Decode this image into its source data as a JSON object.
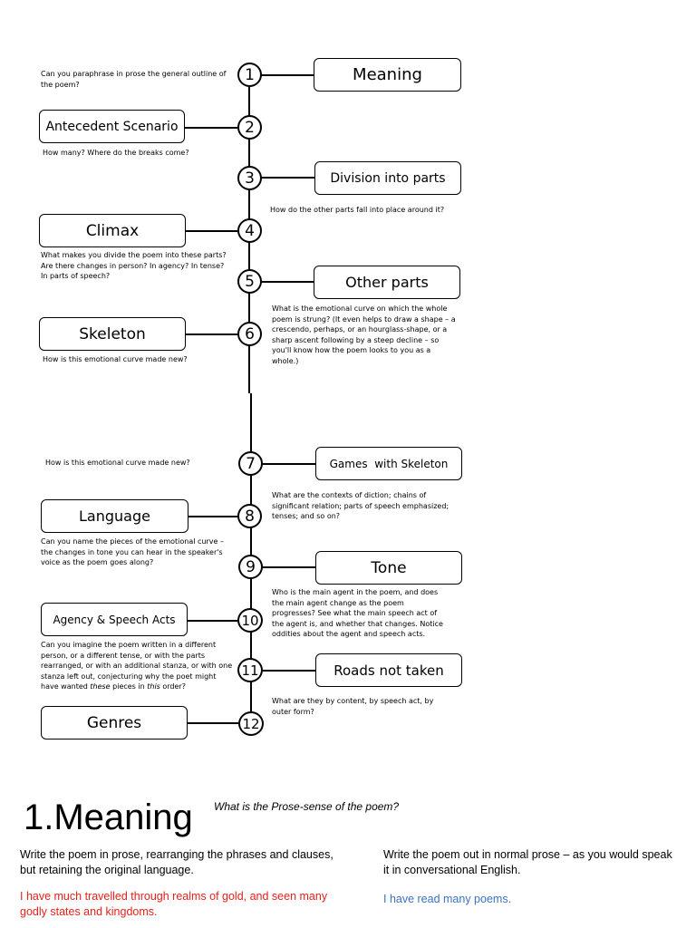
{
  "steps": {
    "s1": {
      "num": "1",
      "label": "Meaning"
    },
    "s2": {
      "num": "2",
      "label": "Antecedent Scenario"
    },
    "s3": {
      "num": "3",
      "label": "Division into parts"
    },
    "s4": {
      "num": "4",
      "label": "Climax"
    },
    "s5": {
      "num": "5",
      "label": "Other parts"
    },
    "s6": {
      "num": "6",
      "label": "Skeleton"
    },
    "s7": {
      "num": "7",
      "label": "Games  with Skeleton"
    },
    "s8": {
      "num": "8",
      "label": "Language"
    },
    "s9": {
      "num": "9",
      "label": "Tone"
    },
    "s10": {
      "num": "10",
      "label": "Agency & Speech Acts"
    },
    "s11": {
      "num": "11",
      "label": "Roads not taken"
    },
    "s12": {
      "num": "12",
      "label": "Genres"
    }
  },
  "notes": {
    "n1": "Can you paraphrase in prose the general outline of the poem?",
    "n2": "How many? Where do the breaks come?",
    "n3": "How do the other parts fall into place around it?",
    "n4": "What makes you divide the poem into these parts? Are there changes in person? In agency? In tense? In parts of speech?",
    "n5": "What is the emotional curve on which the whole poem is strung? (It even helps to draw a shape – a crescendo, perhaps, or an hourglass-shape, or a sharp ascent following by a steep decline – so you'll know how the poem looks to you as a whole.)",
    "n6": "How is this emotional curve made new?",
    "n7": "How is this emotional curve made new?",
    "n8": "What are the contexts of diction; chains of significant relation; parts of speech emphasized; tenses; and so on?",
    "n9": "Can you name the pieces of the emotional curve – the changes in tone you can hear in the speaker's voice as the poem goes along?",
    "n10": "Who is the main agent in the poem, and does the main agent change as the poem progresses? See what the main speech act of the agent is, and whether that changes. Notice oddities about the agent and speech acts.",
    "n11a": "Can you imagine the poem written in a different person, or a different tense, or with the parts rearranged, or with an additional stanza, or with one stanza left out, conjecturing why the poet might have wanted ",
    "n11b": "these",
    "n11c": " pieces in ",
    "n11d": "this",
    "n11e": " order?",
    "n12": "What are they by content, by speech act, by outer form?"
  },
  "section": {
    "title": "1.Meaning",
    "subtitle": "What is the Prose-sense of the poem?",
    "left_instruction": "Write the poem in prose, rearranging the phrases and clauses, but retaining the original language.",
    "left_example": "I have much travelled through realms of gold, and seen many godly states and kingdoms.",
    "right_instruction": "Write the poem out in normal prose – as you would speak it in conversational English.",
    "right_example": "I have read many poems.",
    "colors": {
      "left_example": "#e8201a",
      "right_example": "#3b72c4"
    }
  }
}
